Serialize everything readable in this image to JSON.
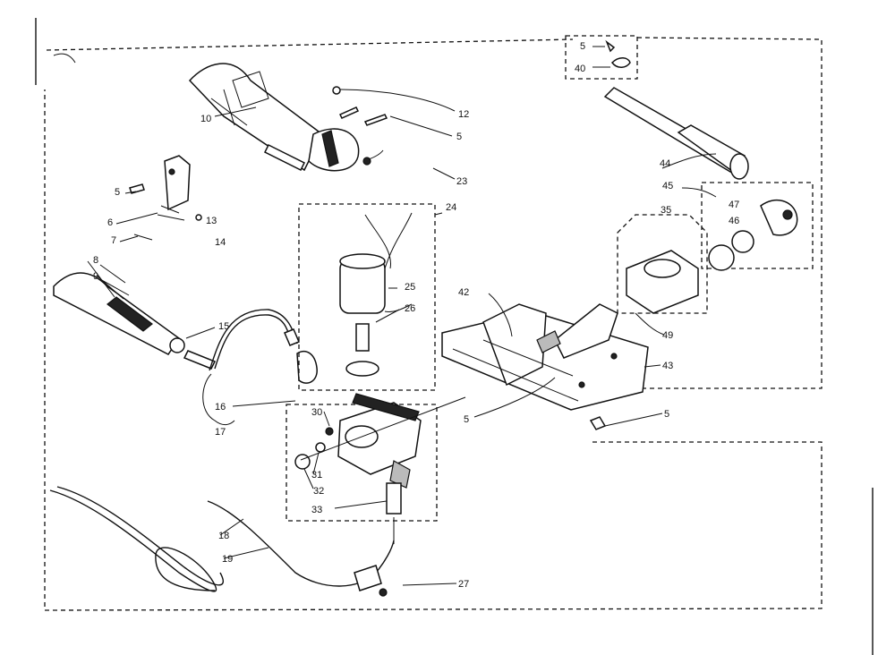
{
  "callouts": [
    {
      "id": "c5a",
      "text": "5"
    },
    {
      "id": "c40",
      "text": "40"
    },
    {
      "id": "c10",
      "text": "10"
    },
    {
      "id": "c12",
      "text": "12"
    },
    {
      "id": "c5b",
      "text": "5"
    },
    {
      "id": "c23",
      "text": "23"
    },
    {
      "id": "c24",
      "text": "24"
    },
    {
      "id": "c44",
      "text": "44"
    },
    {
      "id": "c45",
      "text": "45"
    },
    {
      "id": "c35",
      "text": "35"
    },
    {
      "id": "c47",
      "text": "47"
    },
    {
      "id": "c46",
      "text": "46"
    },
    {
      "id": "c5c",
      "text": "5"
    },
    {
      "id": "c6",
      "text": "6"
    },
    {
      "id": "c13",
      "text": "13"
    },
    {
      "id": "c7",
      "text": "7"
    },
    {
      "id": "c14",
      "text": "14"
    },
    {
      "id": "c8",
      "text": "8"
    },
    {
      "id": "c9",
      "text": "9"
    },
    {
      "id": "c25",
      "text": "25"
    },
    {
      "id": "c26",
      "text": "26"
    },
    {
      "id": "c42",
      "text": "42"
    },
    {
      "id": "c49",
      "text": "49"
    },
    {
      "id": "c15",
      "text": "15"
    },
    {
      "id": "c43",
      "text": "43"
    },
    {
      "id": "c16",
      "text": "16"
    },
    {
      "id": "c30",
      "text": "30"
    },
    {
      "id": "c17",
      "text": "17"
    },
    {
      "id": "c5d",
      "text": "5"
    },
    {
      "id": "c5e",
      "text": "5"
    },
    {
      "id": "c31",
      "text": "31"
    },
    {
      "id": "c32",
      "text": "32"
    },
    {
      "id": "c33",
      "text": "33"
    },
    {
      "id": "c18",
      "text": "18"
    },
    {
      "id": "c19",
      "text": "19"
    },
    {
      "id": "c27",
      "text": "27"
    }
  ]
}
